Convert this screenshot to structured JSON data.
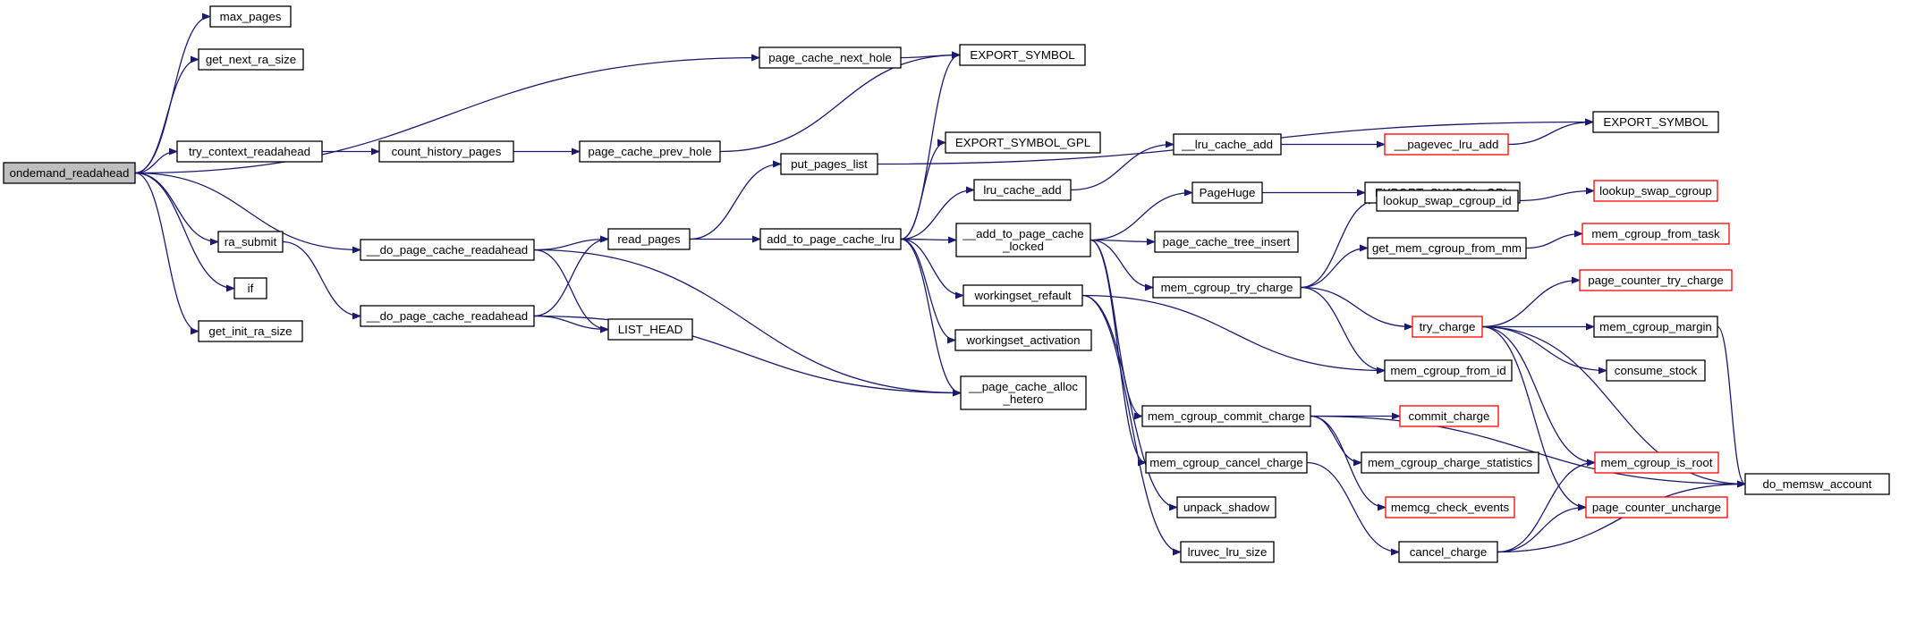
{
  "colors": {
    "edge": "#191970",
    "border": "#000000",
    "truncated_border": "#ff0000",
    "root_fill": "#bfbfbf",
    "node_fill": "#ffffff"
  },
  "nodes": [
    {
      "id": "ondemand_readahead",
      "lines": [
        "ondemand_readahead"
      ],
      "root": true
    },
    {
      "id": "max_pages",
      "lines": [
        "max_pages"
      ]
    },
    {
      "id": "get_next_ra_size",
      "lines": [
        "get_next_ra_size"
      ]
    },
    {
      "id": "try_context_readahead",
      "lines": [
        "try_context_readahead"
      ]
    },
    {
      "id": "ra_submit",
      "lines": [
        "ra_submit"
      ]
    },
    {
      "id": "if",
      "lines": [
        "if"
      ]
    },
    {
      "id": "get_init_ra_size",
      "lines": [
        "get_init_ra_size"
      ]
    },
    {
      "id": "page_cache_next_hole",
      "lines": [
        "page_cache_next_hole"
      ]
    },
    {
      "id": "count_history_pages",
      "lines": [
        "count_history_pages"
      ]
    },
    {
      "id": "page_cache_prev_hole",
      "lines": [
        "page_cache_prev_hole"
      ]
    },
    {
      "id": "do_pcr1",
      "lines": [
        "__do_page_cache_readahead"
      ]
    },
    {
      "id": "do_pcr2",
      "lines": [
        "__do_page_cache_readahead"
      ]
    },
    {
      "id": "read_pages",
      "lines": [
        "read_pages"
      ]
    },
    {
      "id": "LIST_HEAD",
      "lines": [
        "LIST_HEAD"
      ]
    },
    {
      "id": "put_pages_list",
      "lines": [
        "put_pages_list"
      ]
    },
    {
      "id": "add_to_page_cache_lru",
      "lines": [
        "add_to_page_cache_lru"
      ]
    },
    {
      "id": "EXPORT_SYMBOL_1",
      "lines": [
        "EXPORT_SYMBOL"
      ]
    },
    {
      "id": "EXPORT_SYMBOL_GPL_1",
      "lines": [
        "EXPORT_SYMBOL_GPL"
      ]
    },
    {
      "id": "lru_cache_add",
      "lines": [
        "lru_cache_add"
      ]
    },
    {
      "id": "add_to_page_cache_locked",
      "lines": [
        "__add_to_page_cache",
        "_locked"
      ]
    },
    {
      "id": "workingset_refault",
      "lines": [
        "workingset_refault"
      ]
    },
    {
      "id": "workingset_activation",
      "lines": [
        "workingset_activation"
      ]
    },
    {
      "id": "page_cache_alloc_hetero",
      "lines": [
        "__page_cache_alloc",
        "_hetero"
      ]
    },
    {
      "id": "__lru_cache_add",
      "lines": [
        "__lru_cache_add"
      ]
    },
    {
      "id": "__pagevec_lru_add",
      "lines": [
        "__pagevec_lru_add"
      ],
      "red": true
    },
    {
      "id": "EXPORT_SYMBOL_2",
      "lines": [
        "EXPORT_SYMBOL"
      ]
    },
    {
      "id": "PageHuge",
      "lines": [
        "PageHuge"
      ]
    },
    {
      "id": "EXPORT_SYMBOL_GPL_2",
      "lines": [
        "EXPORT_SYMBOL_GPL"
      ]
    },
    {
      "id": "page_cache_tree_insert",
      "lines": [
        "page_cache_tree_insert"
      ]
    },
    {
      "id": "mem_cgroup_try_charge",
      "lines": [
        "mem_cgroup_try_charge"
      ]
    },
    {
      "id": "lookup_swap_cgroup_id",
      "lines": [
        "lookup_swap_cgroup_id"
      ]
    },
    {
      "id": "lookup_swap_cgroup",
      "lines": [
        "lookup_swap_cgroup"
      ],
      "red": true
    },
    {
      "id": "get_mem_cgroup_from_mm",
      "lines": [
        "get_mem_cgroup_from_mm"
      ]
    },
    {
      "id": "mem_cgroup_from_task",
      "lines": [
        "mem_cgroup_from_task"
      ],
      "red": true
    },
    {
      "id": "page_counter_try_charge",
      "lines": [
        "page_counter_try_charge"
      ],
      "red": true
    },
    {
      "id": "try_charge",
      "lines": [
        "try_charge"
      ],
      "red": true
    },
    {
      "id": "mem_cgroup_margin",
      "lines": [
        "mem_cgroup_margin"
      ]
    },
    {
      "id": "consume_stock",
      "lines": [
        "consume_stock"
      ]
    },
    {
      "id": "mem_cgroup_from_id",
      "lines": [
        "mem_cgroup_from_id"
      ]
    },
    {
      "id": "mem_cgroup_commit_charge",
      "lines": [
        "mem_cgroup_commit_charge"
      ]
    },
    {
      "id": "commit_charge",
      "lines": [
        "commit_charge"
      ],
      "red": true
    },
    {
      "id": "mem_cgroup_charge_statistics",
      "lines": [
        "mem_cgroup_charge_statistics"
      ]
    },
    {
      "id": "memcg_check_events",
      "lines": [
        "memcg_check_events"
      ],
      "red": true
    },
    {
      "id": "mem_cgroup_cancel_charge",
      "lines": [
        "mem_cgroup_cancel_charge"
      ]
    },
    {
      "id": "unpack_shadow",
      "lines": [
        "unpack_shadow"
      ]
    },
    {
      "id": "lruvec_lru_size",
      "lines": [
        "lruvec_lru_size"
      ]
    },
    {
      "id": "cancel_charge",
      "lines": [
        "cancel_charge"
      ]
    },
    {
      "id": "mem_cgroup_is_root",
      "lines": [
        "mem_cgroup_is_root"
      ],
      "red": true
    },
    {
      "id": "page_counter_uncharge",
      "lines": [
        "page_counter_uncharge"
      ],
      "red": true
    },
    {
      "id": "do_memsw_account",
      "lines": [
        "do_memsw_account"
      ]
    }
  ],
  "edges": [
    [
      "ondemand_readahead",
      "max_pages"
    ],
    [
      "ondemand_readahead",
      "get_next_ra_size"
    ],
    [
      "ondemand_readahead",
      "page_cache_next_hole"
    ],
    [
      "ondemand_readahead",
      "try_context_readahead"
    ],
    [
      "ondemand_readahead",
      "do_pcr1"
    ],
    [
      "ondemand_readahead",
      "ra_submit"
    ],
    [
      "ondemand_readahead",
      "if"
    ],
    [
      "ondemand_readahead",
      "get_init_ra_size"
    ],
    [
      "page_cache_next_hole",
      "EXPORT_SYMBOL_1"
    ],
    [
      "try_context_readahead",
      "count_history_pages"
    ],
    [
      "count_history_pages",
      "page_cache_prev_hole"
    ],
    [
      "page_cache_prev_hole",
      "EXPORT_SYMBOL_1"
    ],
    [
      "ra_submit",
      "do_pcr2"
    ],
    [
      "do_pcr1",
      "read_pages"
    ],
    [
      "do_pcr1",
      "LIST_HEAD"
    ],
    [
      "do_pcr1",
      "page_cache_alloc_hetero"
    ],
    [
      "do_pcr2",
      "read_pages"
    ],
    [
      "do_pcr2",
      "LIST_HEAD"
    ],
    [
      "do_pcr2",
      "page_cache_alloc_hetero"
    ],
    [
      "read_pages",
      "put_pages_list"
    ],
    [
      "read_pages",
      "add_to_page_cache_lru"
    ],
    [
      "put_pages_list",
      "EXPORT_SYMBOL_2"
    ],
    [
      "add_to_page_cache_lru",
      "EXPORT_SYMBOL_1"
    ],
    [
      "add_to_page_cache_lru",
      "EXPORT_SYMBOL_GPL_1"
    ],
    [
      "add_to_page_cache_lru",
      "lru_cache_add"
    ],
    [
      "add_to_page_cache_lru",
      "add_to_page_cache_locked"
    ],
    [
      "add_to_page_cache_lru",
      "workingset_refault"
    ],
    [
      "add_to_page_cache_lru",
      "workingset_activation"
    ],
    [
      "add_to_page_cache_lru",
      "page_cache_alloc_hetero"
    ],
    [
      "lru_cache_add",
      "__lru_cache_add"
    ],
    [
      "__lru_cache_add",
      "__pagevec_lru_add"
    ],
    [
      "__pagevec_lru_add",
      "EXPORT_SYMBOL_2"
    ],
    [
      "add_to_page_cache_locked",
      "PageHuge"
    ],
    [
      "add_to_page_cache_locked",
      "page_cache_tree_insert"
    ],
    [
      "add_to_page_cache_locked",
      "mem_cgroup_try_charge"
    ],
    [
      "add_to_page_cache_locked",
      "mem_cgroup_commit_charge"
    ],
    [
      "add_to_page_cache_locked",
      "mem_cgroup_cancel_charge"
    ],
    [
      "PageHuge",
      "EXPORT_SYMBOL_GPL_2"
    ],
    [
      "workingset_refault",
      "mem_cgroup_from_id"
    ],
    [
      "workingset_refault",
      "unpack_shadow"
    ],
    [
      "workingset_refault",
      "lruvec_lru_size"
    ],
    [
      "mem_cgroup_try_charge",
      "lookup_swap_cgroup_id"
    ],
    [
      "mem_cgroup_try_charge",
      "get_mem_cgroup_from_mm"
    ],
    [
      "mem_cgroup_try_charge",
      "try_charge"
    ],
    [
      "mem_cgroup_try_charge",
      "mem_cgroup_from_id"
    ],
    [
      "lookup_swap_cgroup_id",
      "lookup_swap_cgroup"
    ],
    [
      "get_mem_cgroup_from_mm",
      "mem_cgroup_from_task"
    ],
    [
      "try_charge",
      "page_counter_try_charge"
    ],
    [
      "try_charge",
      "mem_cgroup_margin"
    ],
    [
      "try_charge",
      "consume_stock"
    ],
    [
      "try_charge",
      "mem_cgroup_is_root"
    ],
    [
      "try_charge",
      "page_counter_uncharge"
    ],
    [
      "try_charge",
      "do_memsw_account"
    ],
    [
      "mem_cgroup_margin",
      "do_memsw_account"
    ],
    [
      "mem_cgroup_commit_charge",
      "commit_charge"
    ],
    [
      "mem_cgroup_commit_charge",
      "mem_cgroup_charge_statistics"
    ],
    [
      "mem_cgroup_commit_charge",
      "memcg_check_events"
    ],
    [
      "mem_cgroup_commit_charge",
      "do_memsw_account"
    ],
    [
      "mem_cgroup_cancel_charge",
      "cancel_charge"
    ],
    [
      "cancel_charge",
      "mem_cgroup_is_root"
    ],
    [
      "cancel_charge",
      "page_counter_uncharge"
    ],
    [
      "cancel_charge",
      "do_memsw_account"
    ]
  ]
}
